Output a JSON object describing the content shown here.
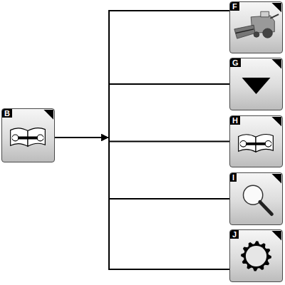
{
  "diagram": {
    "nodes": [
      {
        "text": [
          "B"
        ]
      },
      {
        "text": [
          "F"
        ]
      },
      {
        "text": [
          "G"
        ]
      },
      {
        "text": [
          "H"
        ]
      },
      {
        "text": [
          "I"
        ]
      },
      {
        "text": [
          "J"
        ]
      }
    ],
    "edges": [
      {
        "from": 0,
        "to": 1,
        "arrow": "to"
      },
      {
        "from": 0,
        "to": 2,
        "arrow": "to"
      },
      {
        "from": 0,
        "to": 3,
        "arrow": "to"
      },
      {
        "from": 0,
        "to": 4,
        "arrow": "to"
      },
      {
        "from": 0,
        "to": 5,
        "arrow": "to"
      }
    ]
  }
}
